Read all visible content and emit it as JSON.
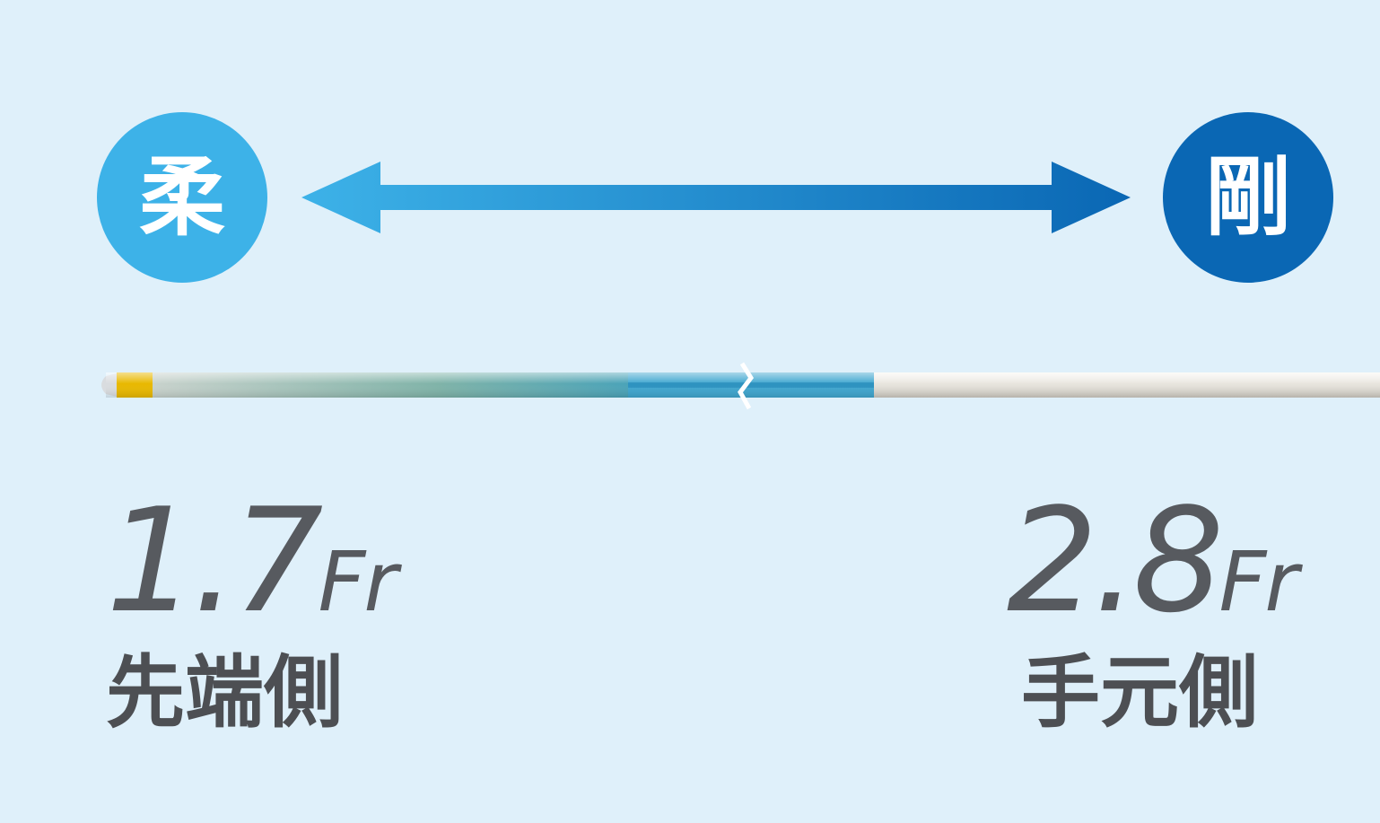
{
  "stiffness": {
    "soft_label": "柔",
    "hard_label": "剛"
  },
  "tip": {
    "size_value": "1.7",
    "size_unit": "Fr",
    "label": "先端側"
  },
  "hand": {
    "size_value": "2.8",
    "size_unit": "Fr",
    "label": "手元側"
  },
  "colors": {
    "background": "#dff0fa",
    "soft": "#3db2e8",
    "hard": "#0a67b4",
    "tip_marker": "#e8b800",
    "text": "#575a5f"
  },
  "icons": {
    "arrow": "double-headed-arrow",
    "tube": "catheter"
  }
}
